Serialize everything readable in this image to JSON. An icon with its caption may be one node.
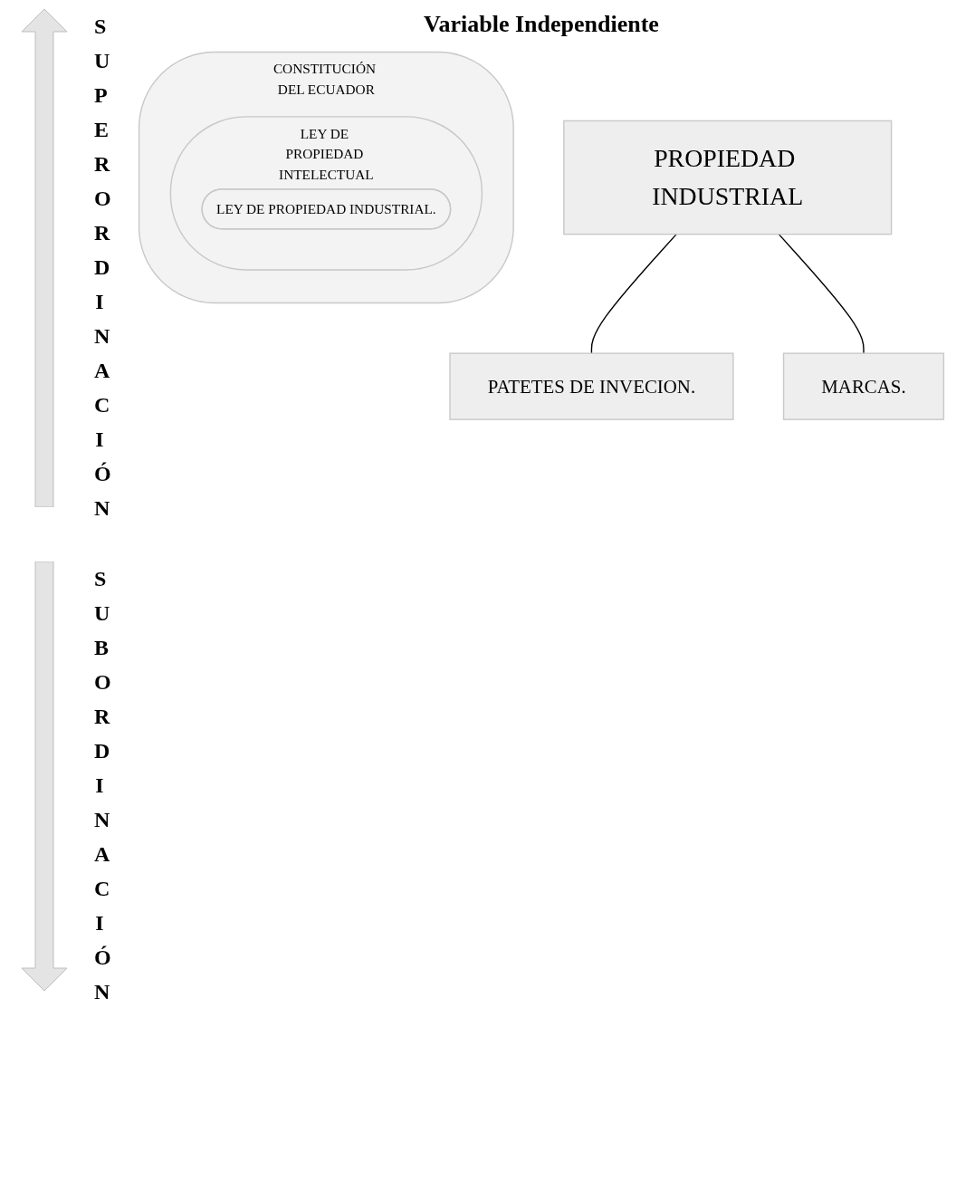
{
  "diagram": {
    "title": "Variable Independiente",
    "nodes": [
      {
        "text": [
          "CONSTITUCIÓN DEL ECUADOR"
        ]
      },
      {
        "text": [
          "LEY DE PROPIEDAD INTELECTUAL"
        ],
        "in": 0
      },
      {
        "text": [
          "LEY DE PROPIEDAD INDUSTRIAL."
        ],
        "in": 1
      },
      {
        "text": [
          "PROPIEDAD INDUSTRIAL"
        ]
      },
      {
        "text": [
          "PATETES DE INVECION."
        ]
      },
      {
        "text": [
          "MARCAS."
        ]
      }
    ],
    "edges": [
      {
        "from": 3,
        "to": 4,
        "arrow": "none"
      },
      {
        "from": 3,
        "to": 5,
        "arrow": "none"
      }
    ],
    "labels": [
      "SUPERORDINACIÓN",
      "SUBORDINACIÓN"
    ]
  }
}
